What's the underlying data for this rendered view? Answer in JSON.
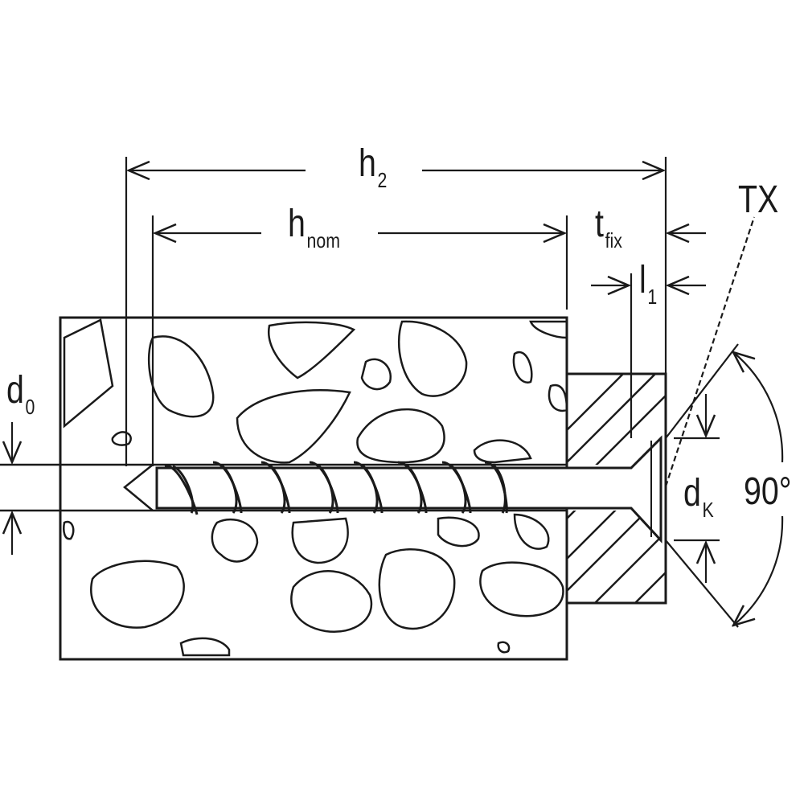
{
  "labels": {
    "h2": {
      "main": "h",
      "sub": "2"
    },
    "hnom": {
      "main": "h",
      "sub": "nom"
    },
    "tfix": {
      "main": "t",
      "sub": "fix"
    },
    "l1": {
      "main": "l",
      "sub": "1"
    },
    "tx": "TX",
    "d0": {
      "main": "d",
      "sub": "0"
    },
    "dk": {
      "main": "d",
      "sub": "K"
    },
    "angle": "90°"
  },
  "colors": {
    "line": "#1a1a1a",
    "background": "#ffffff"
  }
}
